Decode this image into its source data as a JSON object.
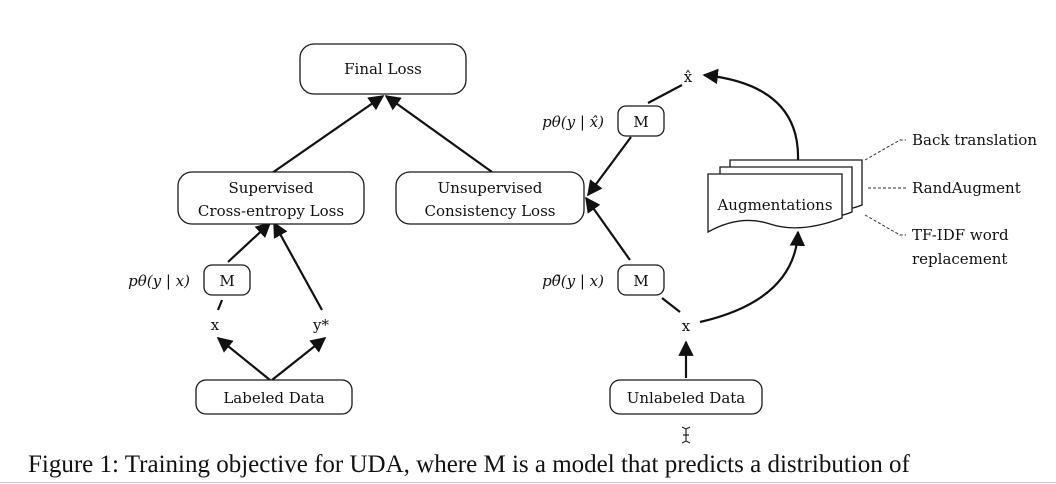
{
  "nodes": {
    "final_loss": "Final Loss",
    "supervised_line1": "Supervised",
    "supervised_line2": "Cross-entropy Loss",
    "unsupervised_line1": "Unsupervised",
    "unsupervised_line2": "Consistency Loss",
    "augmentations": "Augmentations",
    "labeled_data": "Labeled Data",
    "unlabeled_data": "Unlabeled Data",
    "model_label": "M"
  },
  "variables": {
    "x_left": "x",
    "y_star": "y*",
    "x_right": "x",
    "x_hat": "x̂"
  },
  "math": {
    "p_theta_left": "pθ(y | x)",
    "p_theta_hat": "pθ(y | x̂)",
    "p_tilde_theta": "pθ̃(y | x)"
  },
  "augmentation_options": {
    "back_translation": "Back translation",
    "randaugment": "RandAugment",
    "tfidf_line1": "TF-IDF word",
    "tfidf_line2": "replacement"
  },
  "caption": "Figure 1: Training objective for UDA, where M is a model that predicts a distribution of"
}
